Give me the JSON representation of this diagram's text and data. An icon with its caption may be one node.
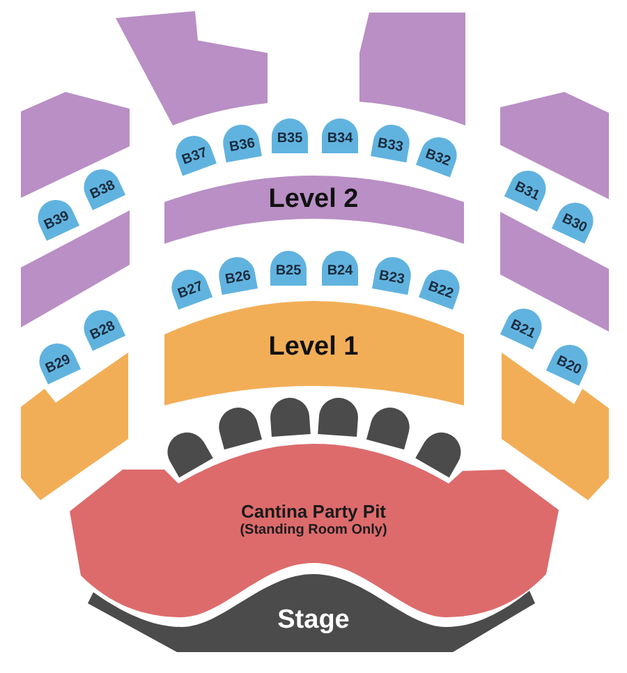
{
  "diagram": {
    "nodes": [
      {
        "text": [],
        "shape": "box"
      },
      {
        "text": [],
        "shape": "box"
      },
      {
        "text": [],
        "shape": "box"
      },
      {
        "text": [],
        "shape": "box"
      },
      {
        "text": [
          "B37"
        ]
      },
      {
        "text": [
          "B36"
        ]
      },
      {
        "text": [
          "B35"
        ]
      },
      {
        "text": [
          "B34"
        ]
      },
      {
        "text": [
          "B33"
        ]
      },
      {
        "text": [
          "B32"
        ]
      },
      {
        "text": [
          "Level 2"
        ]
      },
      {
        "text": [
          "B38"
        ]
      },
      {
        "text": [
          "B31"
        ]
      },
      {
        "text": [
          "B39"
        ]
      },
      {
        "text": [
          "B30"
        ]
      },
      {
        "text": [],
        "shape": "box"
      },
      {
        "text": [],
        "shape": "box"
      },
      {
        "text": [
          "B27"
        ]
      },
      {
        "text": [
          "B26"
        ]
      },
      {
        "text": [
          "B25"
        ]
      },
      {
        "text": [
          "B24"
        ]
      },
      {
        "text": [
          "B23"
        ]
      },
      {
        "text": [
          "B22"
        ]
      },
      {
        "text": [
          "Level 1"
        ]
      },
      {
        "text": [
          "B28"
        ]
      },
      {
        "text": [
          "B21"
        ]
      },
      {
        "text": [
          "B29"
        ]
      },
      {
        "text": [
          "B20"
        ]
      },
      {
        "text": [],
        "shape": "box"
      },
      {
        "text": [],
        "shape": "box"
      },
      {
        "text": [],
        "shape": "dome"
      },
      {
        "text": [],
        "shape": "dome"
      },
      {
        "text": [],
        "shape": "dome"
      },
      {
        "text": [],
        "shape": "dome"
      },
      {
        "text": [],
        "shape": "dome"
      },
      {
        "text": [],
        "shape": "dome"
      },
      {
        "text": [
          "Cantina Party Pit",
          "(Standing Room Only)"
        ]
      },
      {
        "text": [
          "Stage"
        ]
      }
    ]
  }
}
